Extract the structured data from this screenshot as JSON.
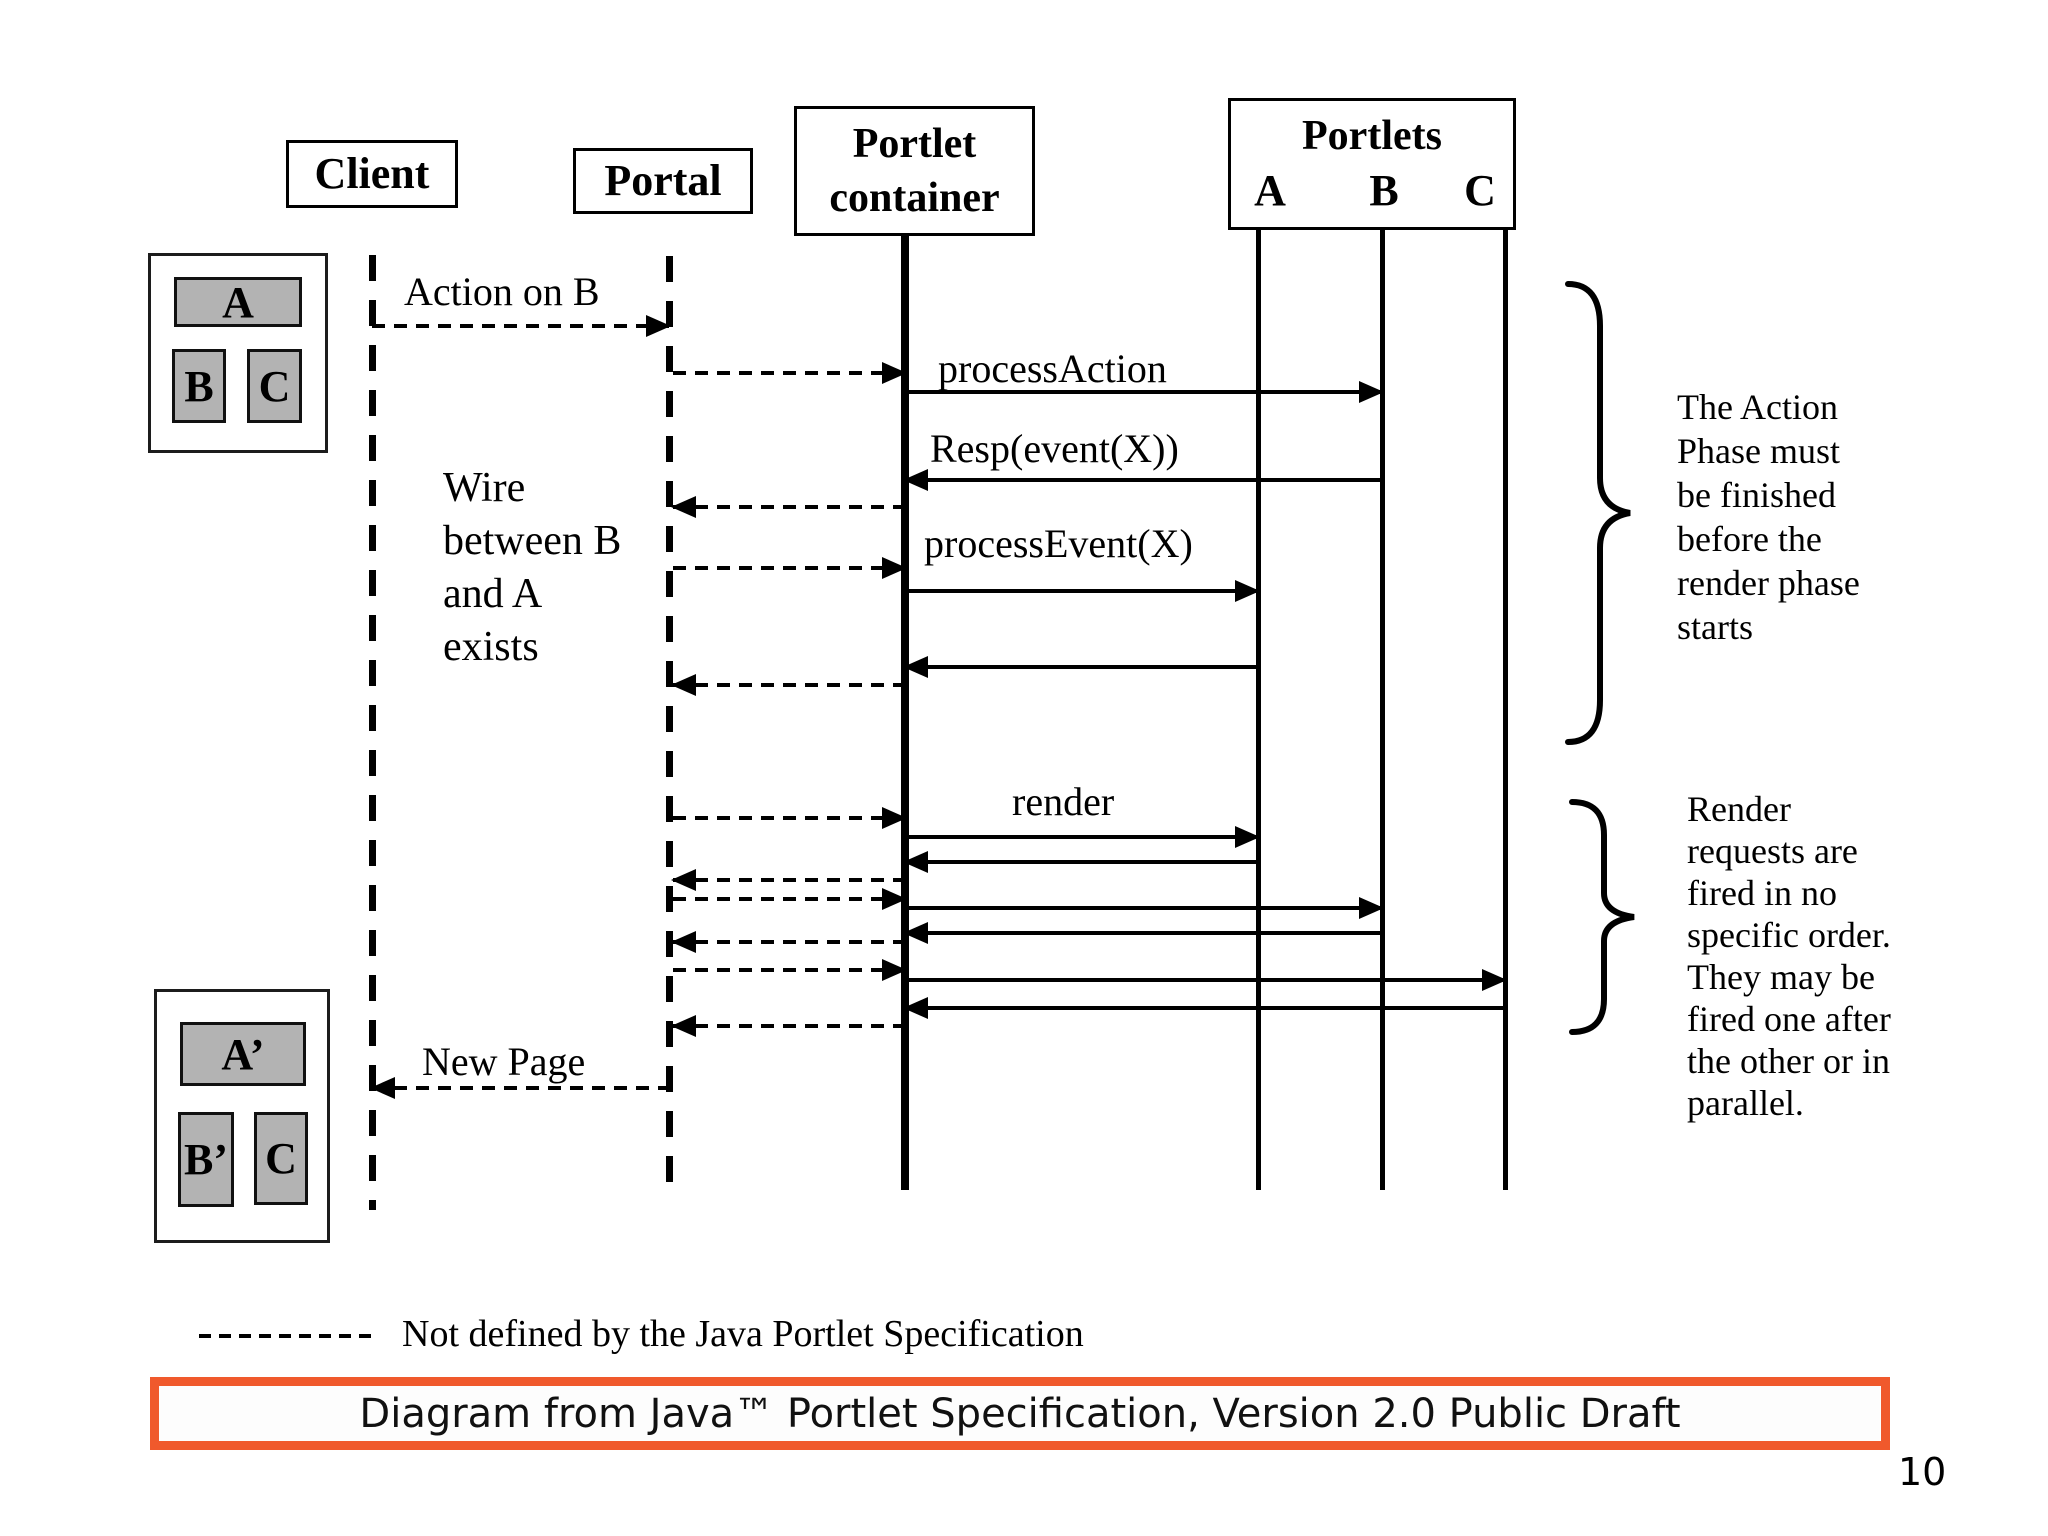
{
  "actors": {
    "client": "Client",
    "portal": "Portal",
    "container_line1": "Portlet",
    "container_line2": "container",
    "portlets_title": "Portlets",
    "portlet_names": [
      "A",
      "B",
      "C"
    ]
  },
  "page_widgets": {
    "before": {
      "a": "A",
      "b": "B",
      "c": "C"
    },
    "after": {
      "a": "A’",
      "b": "B’",
      "c": "C"
    }
  },
  "messages": {
    "action_on_b": "Action on B",
    "process_action": "processAction",
    "resp_event": "Resp(event(X))",
    "process_event": "processEvent(X)",
    "render": "render",
    "new_page": "New Page"
  },
  "sequence": [
    {
      "from": "Client",
      "to": "Portal",
      "label": "Action on B",
      "style": "dashed"
    },
    {
      "from": "Portal",
      "to": "Portlet container",
      "label": "",
      "style": "dashed"
    },
    {
      "from": "Portlet container",
      "to": "B",
      "label": "processAction",
      "style": "solid"
    },
    {
      "from": "B",
      "to": "Portlet container",
      "label": "Resp(event(X))",
      "style": "solid"
    },
    {
      "from": "Portlet container",
      "to": "Portal",
      "label": "",
      "style": "dashed"
    },
    {
      "from": "Portal",
      "to": "Portlet container",
      "label": "processEvent(X)",
      "style": "dashed"
    },
    {
      "from": "Portlet container",
      "to": "A",
      "label": "",
      "style": "solid"
    },
    {
      "from": "A",
      "to": "Portlet container",
      "label": "",
      "style": "solid"
    },
    {
      "from": "Portlet container",
      "to": "Portal",
      "label": "",
      "style": "dashed"
    },
    {
      "from": "Portal",
      "to": "Portlet container",
      "label": "render",
      "style": "dashed"
    },
    {
      "from": "Portlet container",
      "to": "A",
      "label": "",
      "style": "solid"
    },
    {
      "from": "A",
      "to": "Portlet container",
      "label": "",
      "style": "solid"
    },
    {
      "from": "Portlet container",
      "to": "Portal",
      "label": "",
      "style": "dashed"
    },
    {
      "from": "Portal",
      "to": "Portlet container",
      "label": "",
      "style": "dashed"
    },
    {
      "from": "Portlet container",
      "to": "B",
      "label": "",
      "style": "solid"
    },
    {
      "from": "B",
      "to": "Portlet container",
      "label": "",
      "style": "solid"
    },
    {
      "from": "Portlet container",
      "to": "Portal",
      "label": "",
      "style": "dashed"
    },
    {
      "from": "Portal",
      "to": "Portlet container",
      "label": "",
      "style": "dashed"
    },
    {
      "from": "Portlet container",
      "to": "C",
      "label": "",
      "style": "solid"
    },
    {
      "from": "C",
      "to": "Portlet container",
      "label": "",
      "style": "solid"
    },
    {
      "from": "Portlet container",
      "to": "Portal",
      "label": "",
      "style": "dashed"
    },
    {
      "from": "Portal",
      "to": "Client",
      "label": "New Page",
      "style": "dashed"
    }
  ],
  "notes": {
    "wire": [
      "Wire",
      "between B",
      "and A",
      "exists"
    ],
    "action_phase": [
      "The Action",
      "Phase must",
      "be finished",
      "before the",
      "render phase",
      "starts"
    ],
    "render_phase": [
      "Render",
      "requests are",
      "fired in no",
      "specific order.",
      "They may be",
      "fired one after",
      "the other or in",
      "parallel."
    ]
  },
  "legend": {
    "text": "Not defined by the Java Portlet Specification"
  },
  "caption": {
    "text": "Diagram from Java™ Portlet Specification, Version 2.0 Public Draft"
  },
  "page_number": "10",
  "colors": {
    "caption_border": "#f0592c",
    "widget_fill": "#b3b3b3",
    "diagram_ink": "#000000"
  }
}
